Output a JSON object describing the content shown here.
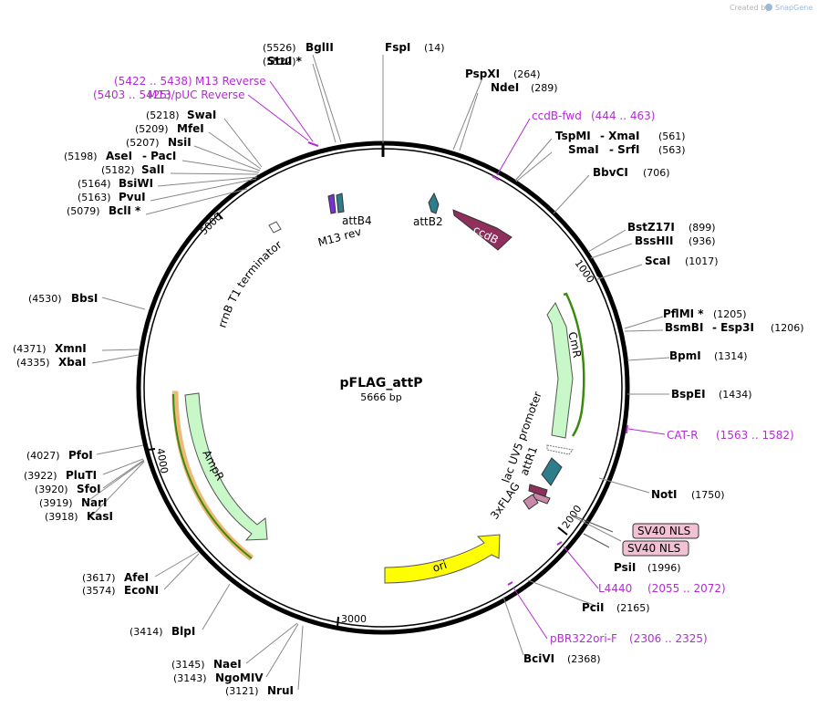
{
  "credit": {
    "prefix": "Created by",
    "brand": "SnapGene"
  },
  "plasmid": {
    "name": "pFLAG_attP",
    "size": "5666 bp"
  },
  "ticks": [
    "1000",
    "2000",
    "3000",
    "4000",
    "5000"
  ],
  "sites": [
    {
      "name": "BglII",
      "pos": "(5526)"
    },
    {
      "name": "StuI *",
      "pos": "(5522)"
    },
    {
      "name": "FspI",
      "pos": "(14)"
    },
    {
      "name": "PspXI",
      "pos": "(264)"
    },
    {
      "name": "NdeI",
      "pos": "(289)"
    },
    {
      "name": "SwaI",
      "pos": "(5218)"
    },
    {
      "name": "MfeI",
      "pos": "(5209)"
    },
    {
      "name": "NsiI",
      "pos": "(5207)"
    },
    {
      "name": "AseI",
      "pos": "(5198)",
      "partner": "- PacI"
    },
    {
      "name": "SalI",
      "pos": "(5182)"
    },
    {
      "name": "BsiWI",
      "pos": "(5164)"
    },
    {
      "name": "PvuI",
      "pos": "(5163)"
    },
    {
      "name": "BclI *",
      "pos": "(5079)"
    },
    {
      "name": "TspMI",
      "pos": "(561)",
      "partner": "- XmaI"
    },
    {
      "name": "SmaI",
      "pos": "(563)",
      "partner": "- SrfI"
    },
    {
      "name": "BbvCI",
      "pos": "(706)"
    },
    {
      "name": "BstZ17I",
      "pos": "(899)"
    },
    {
      "name": "BssHII",
      "pos": "(936)"
    },
    {
      "name": "ScaI",
      "pos": "(1017)"
    },
    {
      "name": "PflMI *",
      "pos": "(1205)"
    },
    {
      "name": "BsmBI",
      "pos": "(1206)",
      "partner": "- Esp3I"
    },
    {
      "name": "BpmI",
      "pos": "(1314)"
    },
    {
      "name": "BspEI",
      "pos": "(1434)"
    },
    {
      "name": "NotI",
      "pos": "(1750)"
    },
    {
      "name": "PsiI",
      "pos": "(1996)"
    },
    {
      "name": "PciI",
      "pos": "(2165)"
    },
    {
      "name": "BciVI",
      "pos": "(2368)"
    },
    {
      "name": "BbsI",
      "pos": "(4530)"
    },
    {
      "name": "XmnI",
      "pos": "(4371)"
    },
    {
      "name": "XbaI",
      "pos": "(4335)"
    },
    {
      "name": "PfoI",
      "pos": "(4027)"
    },
    {
      "name": "PluTI",
      "pos": "(3922)"
    },
    {
      "name": "SfoI",
      "pos": "(3920)"
    },
    {
      "name": "NarI",
      "pos": "(3919)"
    },
    {
      "name": "KasI",
      "pos": "(3918)"
    },
    {
      "name": "AfeI",
      "pos": "(3617)"
    },
    {
      "name": "EcoNI",
      "pos": "(3574)"
    },
    {
      "name": "BlpI",
      "pos": "(3414)"
    },
    {
      "name": "NaeI",
      "pos": "(3145)"
    },
    {
      "name": "NgoMIV",
      "pos": "(3143)"
    },
    {
      "name": "NruI",
      "pos": "(3121)"
    }
  ],
  "primers": [
    {
      "range": "(5422 .. 5438)",
      "name": "M13 Reverse"
    },
    {
      "range": "(5403 .. 5425)",
      "name": "M13/pUC Reverse"
    },
    {
      "name": "ccdB-fwd",
      "range": "(444 .. 463)"
    },
    {
      "name": "CAT-R",
      "range": "(1563 .. 1582)"
    },
    {
      "name": "L4440",
      "range": "(2055 .. 2072)"
    },
    {
      "name": "pBR322ori-F",
      "range": "(2306 .. 2325)"
    }
  ],
  "features": {
    "attB4": "attB4",
    "m13rev": "M13 rev",
    "attB2": "attB2",
    "ccdB": "ccdB",
    "rrnB": "rrnB T1 terminator",
    "CmR": "CmR",
    "lacUV5": "lac UV5 promoter",
    "attR1": "attR1",
    "flag": "3xFLAG",
    "AmpR": "AmpR",
    "ori": "ori"
  },
  "nls": [
    "SV40 NLS",
    "SV40 NLS"
  ],
  "colors": {
    "ccdB": "#8e2f5c",
    "CmR": "#c8f7c8",
    "AmpR": "#c8f7c8",
    "ori": "#ffff00",
    "attSite": "#2e7d8c",
    "primer": "#b42bd6",
    "nls": "#f3c1d4",
    "flag": "#c989a9"
  }
}
